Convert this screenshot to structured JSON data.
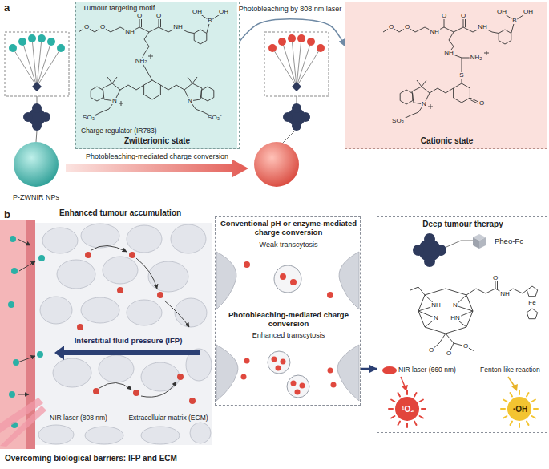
{
  "diagram": {
    "nodes": [
      {
        "text": [
          "Tumour targeting motif",
          "Charge regulator (IR783)",
          "Zwitterionic state"
        ]
      },
      {
        "text": [
          "Cationic state"
        ]
      },
      {
        "text": [
          "Conventional pH or enzyme-mediated charge conversion",
          "Weak transcytosis",
          "Photobleaching-mediated charge conversion",
          "Enhanced transcytosis"
        ]
      },
      {
        "text": [
          "Deep tumour therapy",
          "Pheo-Fc",
          "NIR laser (660 nm)",
          "Fenton-like reaction",
          "¹O₂",
          "·OH"
        ]
      }
    ],
    "edges": [
      {
        "from": 0,
        "to": 1,
        "arrow": "to",
        "label": "Photobleaching by 808 nm laser"
      },
      {
        "from": 2,
        "to": 3,
        "arrow": "to"
      }
    ],
    "labels": [
      "a",
      "P-ZWNIR NPs",
      "Photobleaching-mediated charge conversion",
      "b",
      "Enhanced tumour accumulation",
      "Interstitial fluid pressure (IFP)",
      "NIR laser (808 nm)",
      "Extracellular matrix (ECM)",
      "Overcoming biological barriers: IFP and ECM",
      "O",
      "O",
      "NH",
      "O",
      "O",
      "NH",
      "B",
      "OH",
      "OH",
      "NH₂",
      "N",
      "N",
      "SO₃⁻",
      "SO₃⁻",
      "O",
      "O",
      "NH",
      "O",
      "O",
      "NH",
      "B",
      "OH",
      "OH",
      "NH",
      "NH₂",
      "S",
      "O",
      "N",
      "SO₃⁻",
      "NH",
      "N",
      "N",
      "HN",
      "O",
      "O",
      "O",
      "O",
      "NH",
      "Fe"
    ]
  }
}
